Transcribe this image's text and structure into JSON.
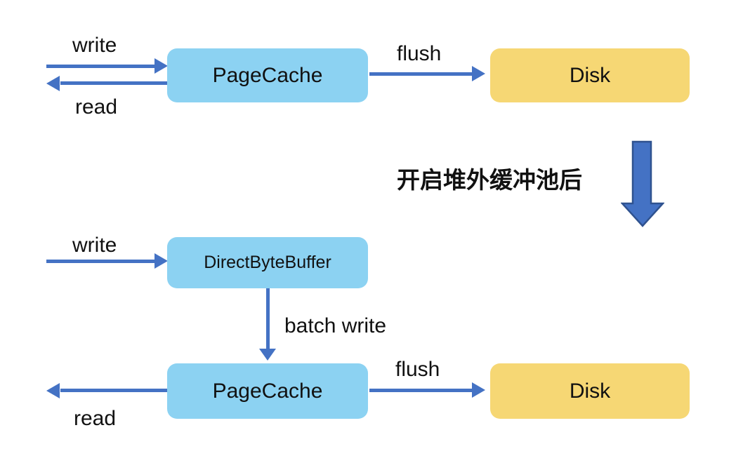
{
  "colors": {
    "box_blue": "#8CD2F2",
    "box_yellow": "#F6D774",
    "arrow_blue": "#4472C4",
    "arrow_border": "#2F528F",
    "text": "#111111"
  },
  "before": {
    "write_label": "write",
    "read_label": "read",
    "pagecache_label": "PageCache",
    "flush_label": "flush",
    "disk_label": "Disk"
  },
  "transition": {
    "caption": "开启堆外缓冲池后"
  },
  "after": {
    "write_label": "write",
    "buffer_label": "DirectByteBuffer",
    "batch_write_label": "batch write",
    "pagecache_label": "PageCache",
    "read_label": "read",
    "flush_label": "flush",
    "disk_label": "Disk"
  }
}
